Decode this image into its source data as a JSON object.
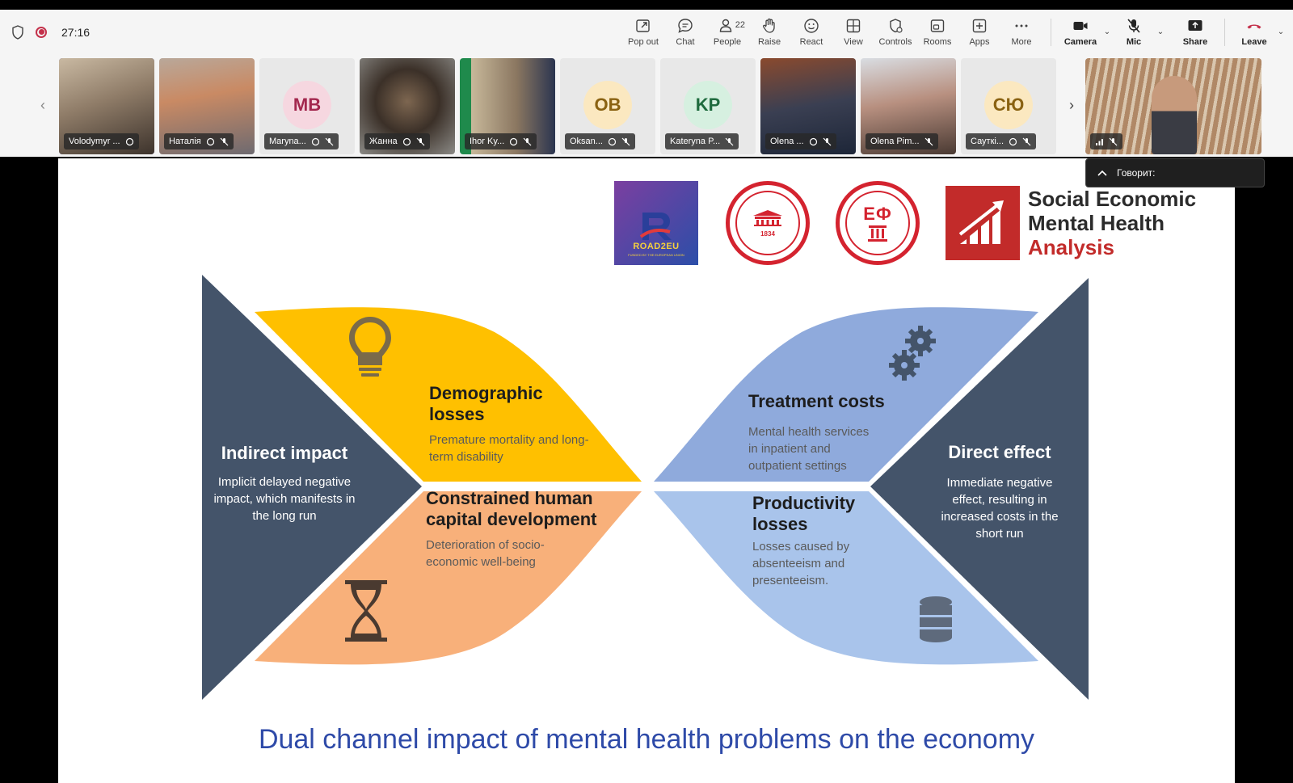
{
  "meeting": {
    "timer": "27:16"
  },
  "toolbar": {
    "items": [
      {
        "label": "Pop out"
      },
      {
        "label": "Chat"
      },
      {
        "label": "People",
        "count": "22"
      },
      {
        "label": "Raise"
      },
      {
        "label": "React"
      },
      {
        "label": "View"
      },
      {
        "label": "Controls"
      },
      {
        "label": "Rooms"
      },
      {
        "label": "Apps"
      },
      {
        "label": "More"
      }
    ],
    "camera": "Camera",
    "mic": "Mic",
    "share": "Share",
    "leave": "Leave"
  },
  "participants": [
    {
      "name": "Volodymyr ...",
      "initials": ""
    },
    {
      "name": "Наталія",
      "initials": ""
    },
    {
      "name": "Maryna...",
      "initials": "MB"
    },
    {
      "name": "Жанна",
      "initials": ""
    },
    {
      "name": "Ihor Ky...",
      "initials": ""
    },
    {
      "name": "Oksan...",
      "initials": "OB"
    },
    {
      "name": "Kateryna P...",
      "initials": "KP"
    },
    {
      "name": "Olena ...",
      "initials": ""
    },
    {
      "name": "Olena Pim...",
      "initials": ""
    },
    {
      "name": "Сауткі...",
      "initials": "СЮ"
    }
  ],
  "speaking": {
    "label": "Говорит:"
  },
  "slide": {
    "logo_road": "ROAD2EU",
    "logo_road_sub": "FUNDED BY THE EUROPEAN UNION",
    "seal1_year": "1834",
    "seal2_letters": "ЕФ",
    "sem_line1": "Social Economic",
    "sem_line2": "Mental Health",
    "sem_line3": "Analysis",
    "indirect_title": "Indirect impact",
    "indirect_text": "Implicit delayed negative impact, which manifests in the long run",
    "demographic_title": "Demographic losses",
    "demographic_text": "Premature mortality and long-term disability",
    "constrained_title": "Constrained human capital development",
    "constrained_text": "Deterioration of socio-economic well-being",
    "treatment_title": "Treatment costs",
    "treatment_text": "Mental health services in inpatient and outpatient settings",
    "productivity_title": "Productivity losses",
    "productivity_text": "Losses caused by absenteeism and presenteeism.",
    "direct_title": "Direct effect",
    "direct_text": "Immediate negative effect, resulting in increased costs in the short run",
    "title": "Dual channel impact of mental health problems on the economy"
  },
  "colors": {
    "navy": "#44546a",
    "yellow": "#ffc000",
    "peach": "#f8b07a",
    "light_blue": "#8faadc",
    "pale_blue": "#a9c4eb",
    "title_blue": "#2e4aa8",
    "accent": "#5b5fc7",
    "leave_red": "#c4314b"
  }
}
